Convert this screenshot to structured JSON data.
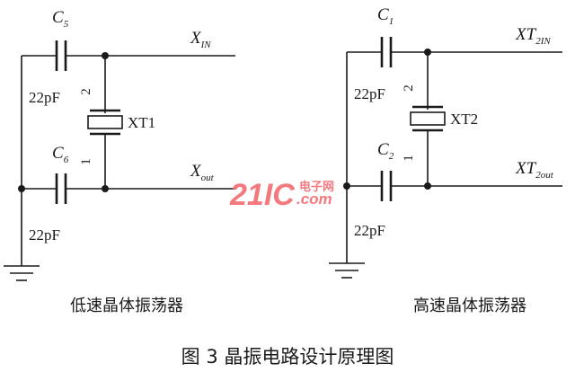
{
  "low": {
    "cap_top": {
      "letter": "C",
      "sub": "5",
      "value": "22pF"
    },
    "cap_bottom": {
      "letter": "C",
      "sub": "6",
      "value": "22pF"
    },
    "crystal": "XT1",
    "pin_top": "2",
    "pin_bottom": "1",
    "in": {
      "letter": "X",
      "sub": "IN"
    },
    "out": {
      "letter": "X",
      "sub": "out"
    },
    "caption": "低速晶体振荡器"
  },
  "high": {
    "cap_top": {
      "letter": "C",
      "sub": "1",
      "value": "22pF"
    },
    "cap_bottom": {
      "letter": "C",
      "sub": "2",
      "value": "22pF"
    },
    "crystal": "XT2",
    "pin_top": "2",
    "pin_bottom": "1",
    "in": {
      "letter": "XT",
      "sub": "2IN"
    },
    "out": {
      "letter": "XT",
      "sub": "2out"
    },
    "caption": "高速晶体振荡器"
  },
  "figure_caption": "图 3 晶振电路设计原理图",
  "watermark": {
    "main": "21IC",
    "cn": "电子网",
    "domain": ".com"
  },
  "colors": {
    "ink": "#1a1a1a",
    "watermark": "#f26b72"
  }
}
